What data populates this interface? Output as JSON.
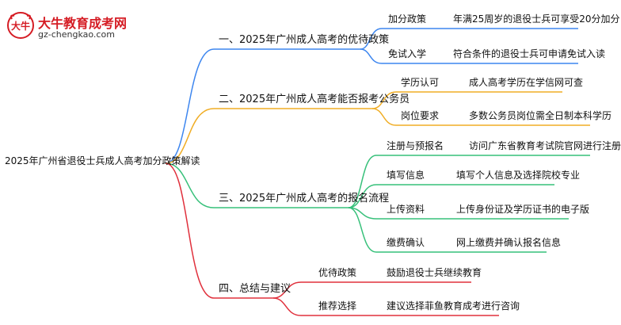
{
  "logo": {
    "mark_text": "大牛",
    "title": "大牛教育成考网",
    "url": "gz-chengkao.com"
  },
  "root": {
    "label": "2025年广州省退役士兵成人高考加分政策解读"
  },
  "colors": {
    "branch1": "#3d86ef",
    "branch2": "#f0ad25",
    "branch3": "#37c07a",
    "branch4": "#e0303c"
  },
  "branches": [
    {
      "label": "一、2025年广州成人高考的优待政策",
      "children": [
        {
          "label": "加分政策",
          "detail": "年满25周岁的退役士兵可享受20分加分"
        },
        {
          "label": "免试入学",
          "detail": "符合条件的退役士兵可申请免试入读"
        }
      ]
    },
    {
      "label": "二、2025年广州成人高考能否报考公务员",
      "children": [
        {
          "label": "学历认可",
          "detail": "成人高考学历在学信网可查"
        },
        {
          "label": "岗位要求",
          "detail": "多数公务员岗位需全日制本科学历"
        }
      ]
    },
    {
      "label": "三、2025年广州成人高考的报名流程",
      "children": [
        {
          "label": "注册与预报名",
          "detail": "访问广东省教育考试院官网进行注册"
        },
        {
          "label": "填写信息",
          "detail": "填写个人信息及选择院校专业"
        },
        {
          "label": "上传资料",
          "detail": "上传身份证及学历证书的电子版"
        },
        {
          "label": "缴费确认",
          "detail": "网上缴费并确认报名信息"
        }
      ]
    },
    {
      "label": "四、总结与建议",
      "children": [
        {
          "label": "优待政策",
          "detail": "鼓励退役士兵继续教育"
        },
        {
          "label": "推荐选择",
          "detail": "建议选择菲鱼教育成考进行咨询"
        }
      ]
    }
  ]
}
